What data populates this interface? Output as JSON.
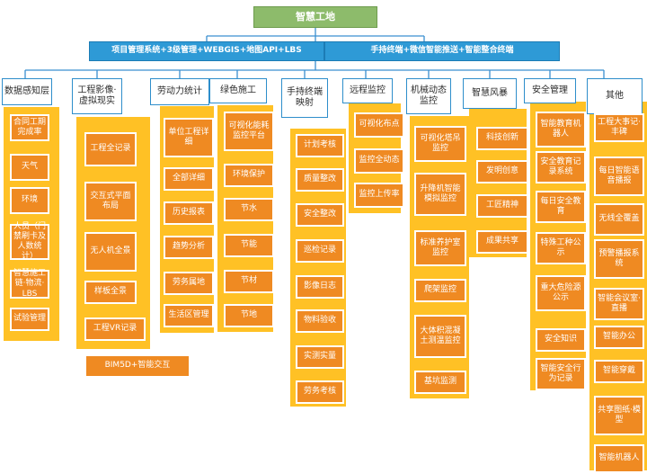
{
  "title": "智慧工地",
  "level1": [
    {
      "label": "项目管理系统+3级管理+WEBGIS+地图API+LBS"
    },
    {
      "label": "手持终端+微信智能推送+智能整合终端"
    }
  ],
  "categories": [
    {
      "label": "数据感知层",
      "items": [
        "合同工期完成率",
        "天气",
        "环境",
        "人员（门禁刷卡及人数统计）",
        "智慧施工链·物流·LBS",
        "试验管理"
      ]
    },
    {
      "label": "工程影像·虚拟现实",
      "items": [
        "工程全记录",
        "交互式平面布局",
        "无人机全景",
        "样板全景",
        "工程VR记录",
        "BIM5D+智能交互"
      ]
    },
    {
      "label": "劳动力统计",
      "items": [
        "单位工程详细",
        "全部详细",
        "历史报表",
        "趋势分析",
        "劳务属地",
        "生活区管理"
      ]
    },
    {
      "label": "绿色施工",
      "items": [
        "可视化能耗监控平台",
        "环境保护",
        "节水",
        "节能",
        "节材",
        "节地"
      ]
    },
    {
      "label": "手持终端映射",
      "items": [
        "计划考核",
        "质量整改",
        "安全整改",
        "巡检记录",
        "影像日志",
        "物料验收",
        "实测实量",
        "劳务考核"
      ]
    },
    {
      "label": "远程监控",
      "items": [
        "可视化布点",
        "监控全动态",
        "监控上传率"
      ]
    },
    {
      "label": "机械动态监控",
      "items": [
        "可视化塔吊监控",
        "升降机智能模拟监控",
        "标准养护室监控",
        "爬架监控",
        "大体积混凝土测温监控",
        "基坑监测"
      ]
    },
    {
      "label": "智慧风暴",
      "items": [
        "科技创新",
        "发明创意",
        "工匠精神",
        "成果共享"
      ]
    },
    {
      "label": "安全管理",
      "items": [
        "智能教育机器人",
        "安全教育记录系统",
        "每日安全教育",
        "特殊工种公示",
        "重大危险源公示",
        "安全知识",
        "智能安全行为记录"
      ]
    },
    {
      "label": "其他",
      "items": [
        "工程大事记·丰碑",
        "每日智能语音播报",
        "无线全覆盖",
        "预警播报系统",
        "智能会议室·直播",
        "智能办公",
        "智能穿戴",
        "共享图纸·模型",
        "智能机器人"
      ]
    }
  ],
  "colors": {
    "root": "#8dbb6b",
    "level1": "#2e9ad6",
    "category_border": "#2e8ecb",
    "leaf": "#ef8a22",
    "group": "#ffc125",
    "line": "#3a8fd0"
  }
}
